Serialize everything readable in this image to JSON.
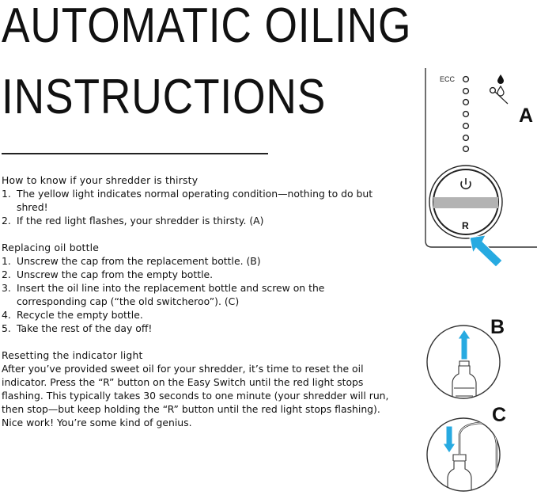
{
  "title": {
    "line1": "AUTOMATIC OILING",
    "line2": "INSTRUCTIONS"
  },
  "sections": [
    {
      "heading": "How to know if your shredder is thirsty",
      "items": [
        {
          "num": "1.",
          "text": "The yellow light indicates normal operating condition—nothing to do but shred!"
        },
        {
          "num": "2.",
          "text": "If the red light flashes, your shredder is thirsty. (A)"
        }
      ]
    },
    {
      "heading": "Replacing oil bottle",
      "items": [
        {
          "num": "1.",
          "text": "Unscrew the cap from the replacement bottle. (B)"
        },
        {
          "num": "2.",
          "text": "Unscrew the cap from the empty bottle."
        },
        {
          "num": "3.",
          "text": "Insert the oil line into the replacement bottle and screw on the corresponding cap (“the old switcheroo”). (C)"
        },
        {
          "num": "4.",
          "text": "Recycle the empty bottle."
        },
        {
          "num": "5.",
          "text": "Take the rest of the day off!"
        }
      ]
    },
    {
      "heading": "Resetting the indicator light",
      "paragraph": "After you’ve provided sweet oil for your shredder, it’s time to reset the oil indicator. Press the “R” button on the Easy Switch until the red light stops flashing. This typically takes 30 seconds to one minute (your shredder will run, then stop—but keep holding the “R” button until the red light stops flashing). Nice work! You’re some kind of genius."
    }
  ],
  "figure_a": {
    "eco_label": "ECC",
    "reset_label": "R",
    "letter": "A",
    "arrow_color": "#27aae1"
  },
  "figure_b": {
    "letter": "B",
    "arrow_color": "#27aae1"
  },
  "figure_c": {
    "letter": "C",
    "arrow_color": "#27aae1"
  }
}
